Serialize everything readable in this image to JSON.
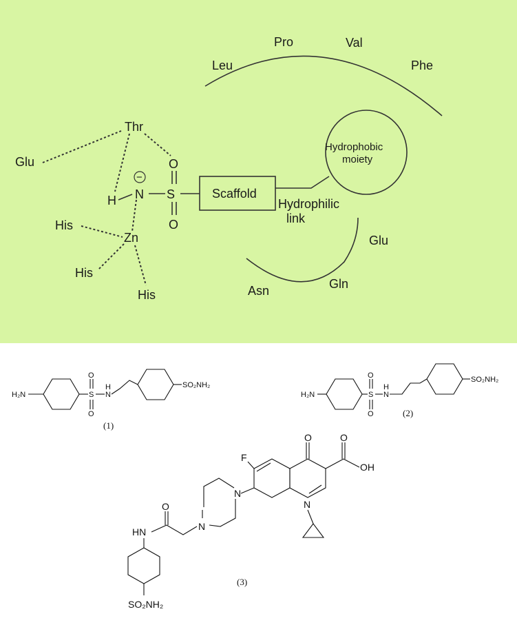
{
  "diagram": {
    "residues": {
      "leu": "Leu",
      "pro": "Pro",
      "val": "Val",
      "phe": "Phe",
      "thr": "Thr",
      "glu_left": "Glu",
      "his1": "His",
      "his2": "His",
      "his3": "His",
      "glu_right": "Glu",
      "gln": "Gln",
      "asn": "Asn"
    },
    "atoms": {
      "h": "H",
      "n": "N",
      "s": "S",
      "o_top": "O",
      "o_bottom": "O",
      "zn": "Zn",
      "charge": "−"
    },
    "scaffold": "Scaffold",
    "hydrophobic": {
      "line1": "Hydrophobic",
      "line2": "moiety"
    },
    "hydrophilic": {
      "line1": "Hydrophilic",
      "line2": "link"
    }
  },
  "compounds": {
    "c1": {
      "caption": "(1)",
      "h2n": "H₂N",
      "s": "S",
      "o1": "O",
      "o2": "O",
      "nh_h": "H",
      "nh_n": "N",
      "so2nh2": "SO₂NH₂"
    },
    "c2": {
      "caption": "(2)",
      "h2n": "H₂N",
      "s": "S",
      "o1": "O",
      "o2": "O",
      "nh_h": "H",
      "nh_n": "N",
      "so2nh2": "SO₂NH₂"
    },
    "c3": {
      "caption": "(3)",
      "f": "F",
      "o_ketone": "O",
      "oh": "OH",
      "o_acid": "O",
      "n_quin": "N",
      "n_pip1": "N",
      "n_pip2": "N",
      "o_amide": "O",
      "hn": "HN",
      "so2nh2": "SO₂NH₂"
    }
  }
}
